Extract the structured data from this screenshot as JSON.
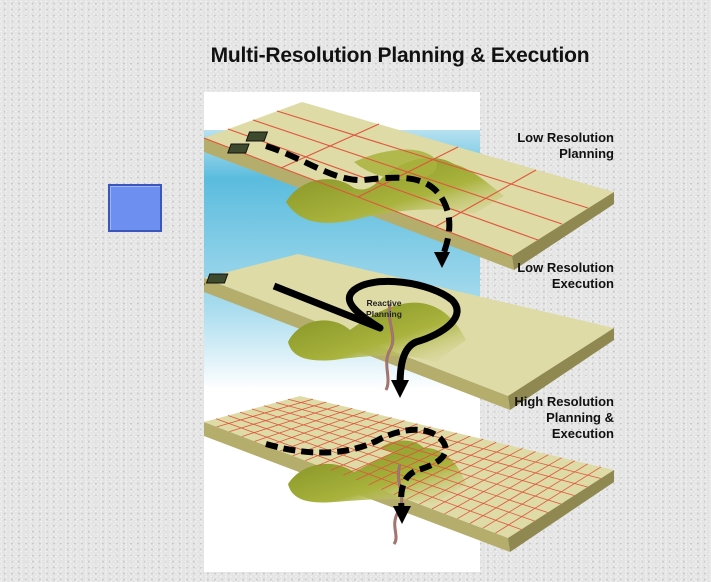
{
  "slide": {
    "title": "Multi-Resolution Planning & Execution"
  },
  "layers": [
    {
      "label": "Low Resolution Planning",
      "label_lines": [
        "Low Resolution",
        "Planning"
      ]
    },
    {
      "label": "Low Resolution Execution",
      "label_lines": [
        "Low Resolution",
        "Execution"
      ],
      "annotation": "Reactive Planning",
      "annotation_lines": [
        "Reactive",
        "Planning"
      ]
    },
    {
      "label": "High Resolution Planning & Execution",
      "label_lines": [
        "High Resolution",
        "Planning &",
        "Execution"
      ]
    }
  ],
  "colors": {
    "terrain": "#dedba6",
    "terrain_side": "#b5ad6c",
    "hills": "#9aa635",
    "grid": "#e0553d",
    "sky_top": "#5bbcde",
    "path": "#000000",
    "square": "#6d8ff0"
  }
}
